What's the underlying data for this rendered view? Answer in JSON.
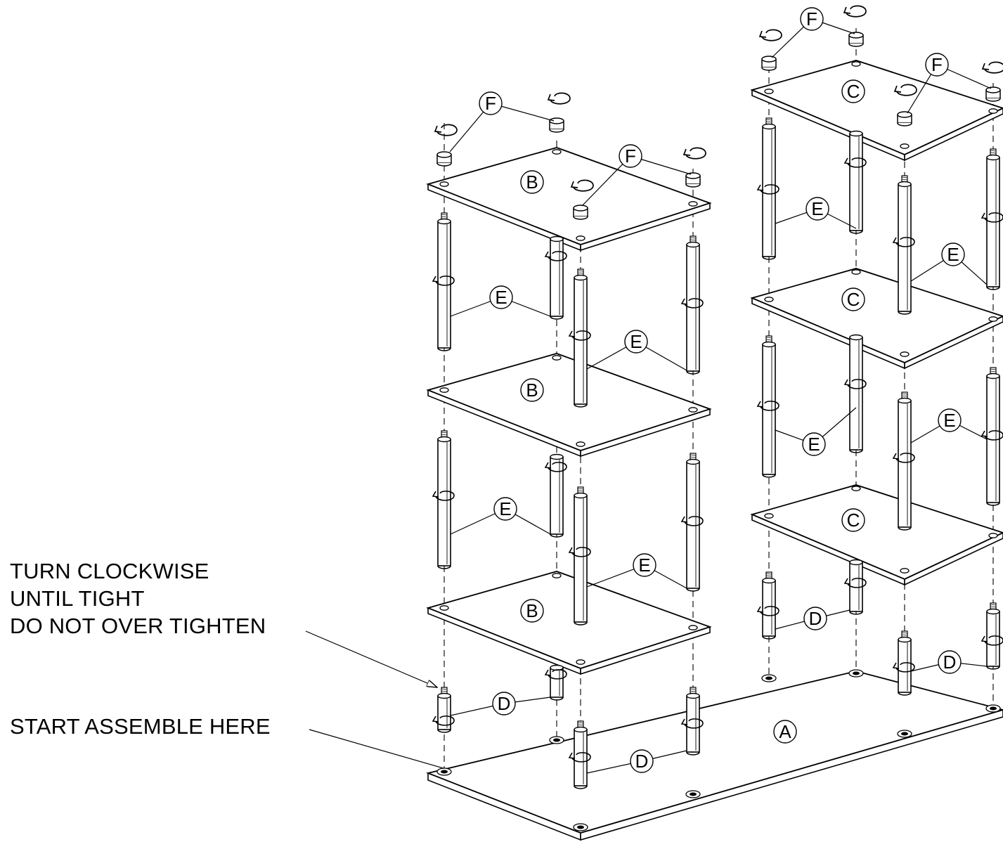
{
  "notes": {
    "turn_line1": "TURN CLOCKWISE",
    "turn_line2": "UNTIL TIGHT",
    "turn_line3": "DO NOT OVER TIGHTEN",
    "start": "START ASSEMBLE HERE"
  },
  "parts": {
    "a": "A",
    "b": "B",
    "c": "C",
    "d": "D",
    "e": "E",
    "f": "F"
  }
}
